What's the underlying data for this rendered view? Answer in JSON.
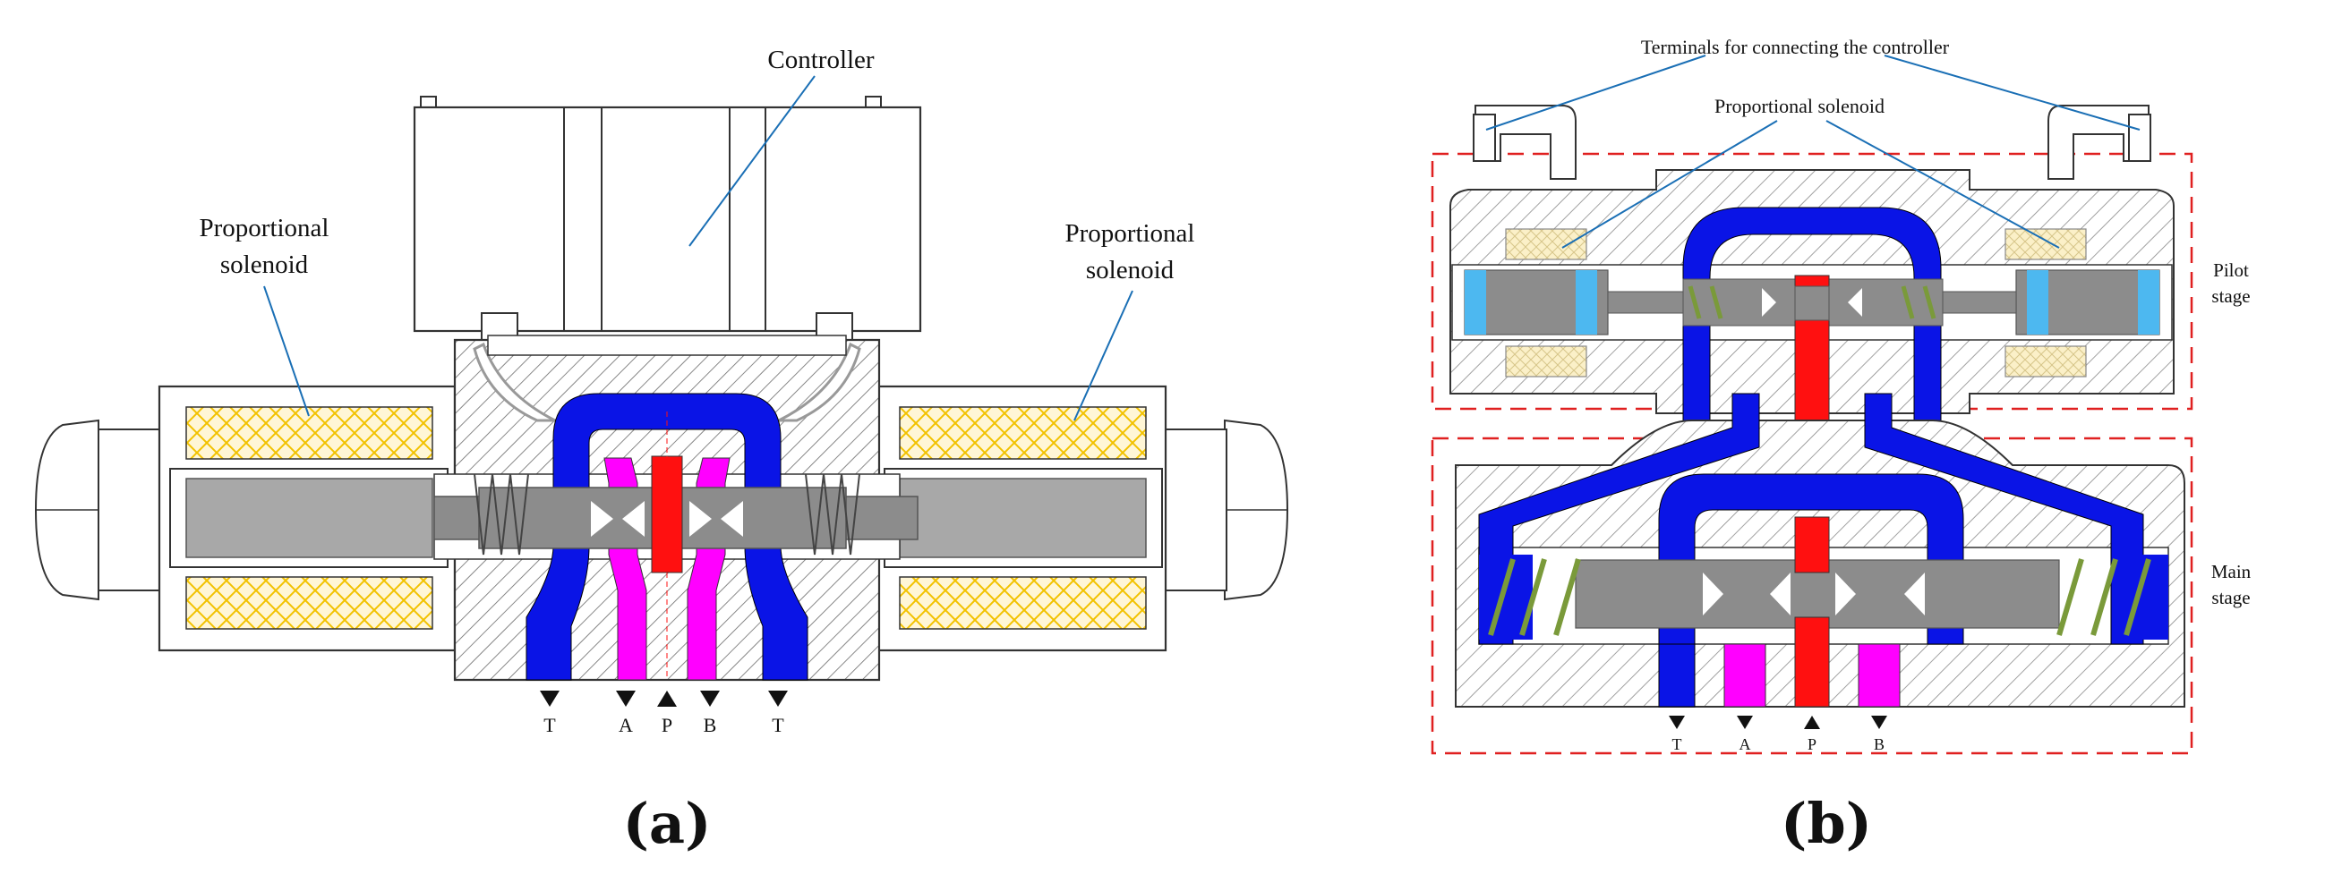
{
  "figure_a": {
    "label_controller": "Controller",
    "label_solenoid_left_1": "Proportional",
    "label_solenoid_left_2": "solenoid",
    "label_solenoid_right_1": "Proportional",
    "label_solenoid_right_2": "solenoid",
    "ports": [
      "T",
      "A",
      "P",
      "B",
      "T"
    ],
    "caption": "(a)"
  },
  "figure_b": {
    "label_terminals": "Terminals for connecting the controller",
    "label_solenoid": "Proportional solenoid",
    "label_pilot_1": "Pilot",
    "label_pilot_2": "stage",
    "label_main_1": "Main",
    "label_main_2": "stage",
    "ports": [
      "T",
      "A",
      "P",
      "B"
    ],
    "caption": "(b)"
  },
  "colors": {
    "tank_line": "#0a14e6",
    "port_A_B": "#ff00ff",
    "pressure_P": "#ff1010",
    "spool": "#8c8c8c",
    "coil": "#f2c200",
    "armature_end": "#4db8f0",
    "spring": "#7a9a3a",
    "stage_box": "#e02020",
    "leader_line": "#1a6fb5"
  }
}
